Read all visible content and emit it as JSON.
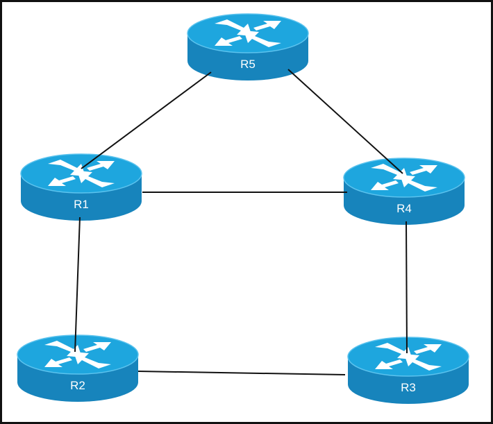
{
  "diagram": {
    "type": "network-topology",
    "colors": {
      "router_top": "#1ea6de",
      "router_side": "#1784bc",
      "router_rim": "#5cc3ee",
      "arrow": "#ffffff",
      "link": "#111111",
      "label": "#ffffff"
    },
    "routers": [
      {
        "id": "R5",
        "label": "R5"
      },
      {
        "id": "R1",
        "label": "R1"
      },
      {
        "id": "R4",
        "label": "R4"
      },
      {
        "id": "R2",
        "label": "R2"
      },
      {
        "id": "R3",
        "label": "R3"
      }
    ],
    "links": [
      {
        "from": "R5",
        "to": "R1"
      },
      {
        "from": "R5",
        "to": "R4"
      },
      {
        "from": "R1",
        "to": "R4"
      },
      {
        "from": "R1",
        "to": "R2"
      },
      {
        "from": "R4",
        "to": "R3"
      },
      {
        "from": "R2",
        "to": "R3"
      }
    ]
  }
}
